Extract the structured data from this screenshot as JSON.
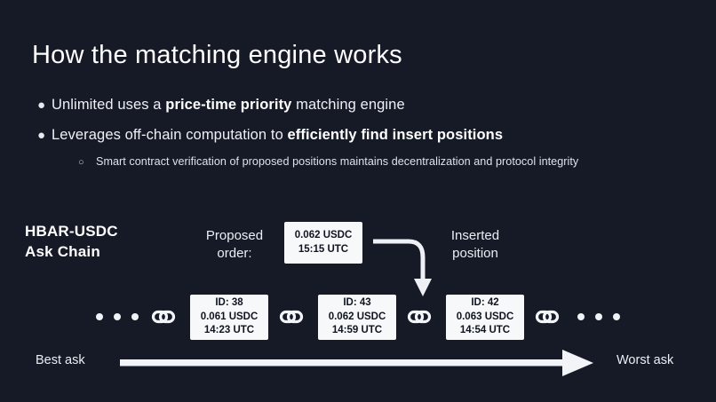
{
  "slide": {
    "background_color": "#161a27",
    "title": "How the matching engine works"
  },
  "bullets": [
    {
      "marker": "bullet-filled",
      "parts": [
        {
          "text": "Unlimited uses a ",
          "bold": false
        },
        {
          "text": "price-time priority",
          "bold": true
        },
        {
          "text": " matching engine",
          "bold": false
        }
      ]
    },
    {
      "marker": "bullet-filled",
      "parts": [
        {
          "text": "Leverages off-chain computation to ",
          "bold": false
        },
        {
          "text": "efficiently find insert positions",
          "bold": true
        }
      ]
    }
  ],
  "subbullet": {
    "marker": "bullet-hollow",
    "text": "Smart contract verification of proposed positions maintains decentralization and protocol integrity"
  },
  "diagram": {
    "chain_title_line1": "HBAR-USDC",
    "chain_title_line2": "Ask Chain",
    "proposed_label_line1": "Proposed",
    "proposed_label_line2": "order:",
    "inserted_label_line1": "Inserted",
    "inserted_label_line2": "position",
    "proposed_order": {
      "price": "0.062 USDC",
      "time": "15:15 UTC"
    },
    "nodes": [
      {
        "id": "ID: 38",
        "price": "0.061 USDC",
        "time": "14:23 UTC"
      },
      {
        "id": "ID: 43",
        "price": "0.062 USDC",
        "time": "14:59 UTC"
      },
      {
        "id": "ID: 42",
        "price": "0.063 USDC",
        "time": "14:54 UTC"
      }
    ],
    "link_icon_name": "chain-link-icon",
    "ellipsis_dots": 3,
    "axis": {
      "left_label": "Best ask",
      "right_label": "Worst ask"
    }
  }
}
